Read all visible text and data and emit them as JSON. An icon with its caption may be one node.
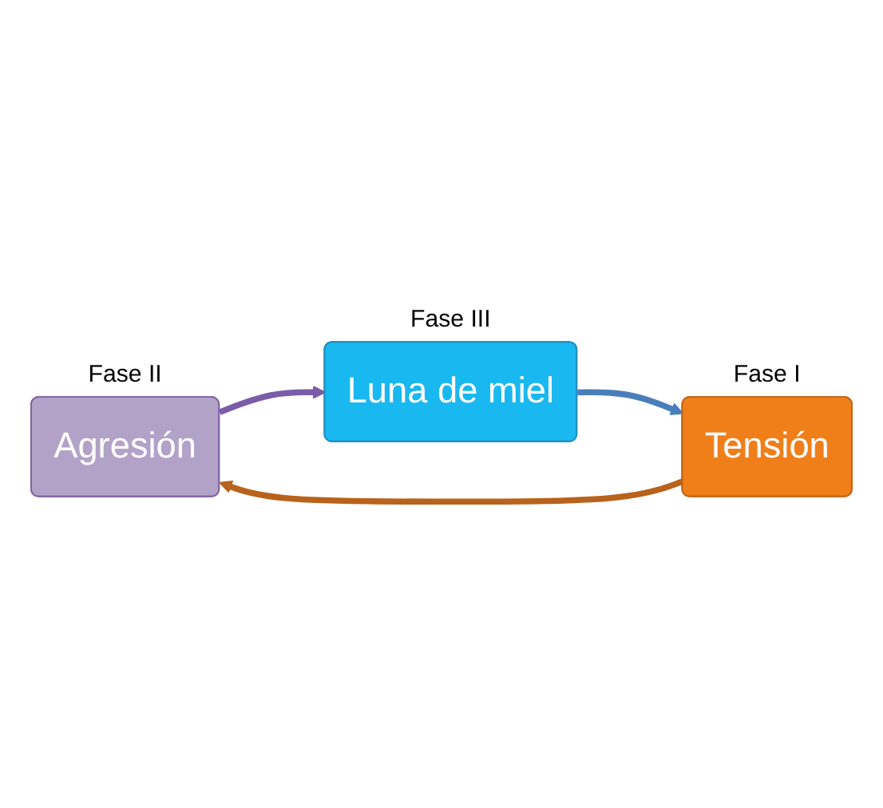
{
  "diagram": {
    "nodes": [
      {
        "text": [
          "Agresión"
        ],
        "beside": [
          "Fase II"
        ]
      },
      {
        "text": [
          "Luna de miel"
        ],
        "beside": [
          "Fase III"
        ]
      },
      {
        "text": [
          "Tensión"
        ],
        "beside": [
          "Fase I"
        ]
      }
    ],
    "edges": [
      {
        "from": 2,
        "to": 0,
        "arrow": "to",
        "color": "#b8621b"
      },
      {
        "from": 0,
        "to": 1,
        "arrow": "to",
        "color": "#7a5ca8"
      },
      {
        "from": 1,
        "to": 2,
        "arrow": "to",
        "color": "#4a7ebb"
      }
    ]
  }
}
